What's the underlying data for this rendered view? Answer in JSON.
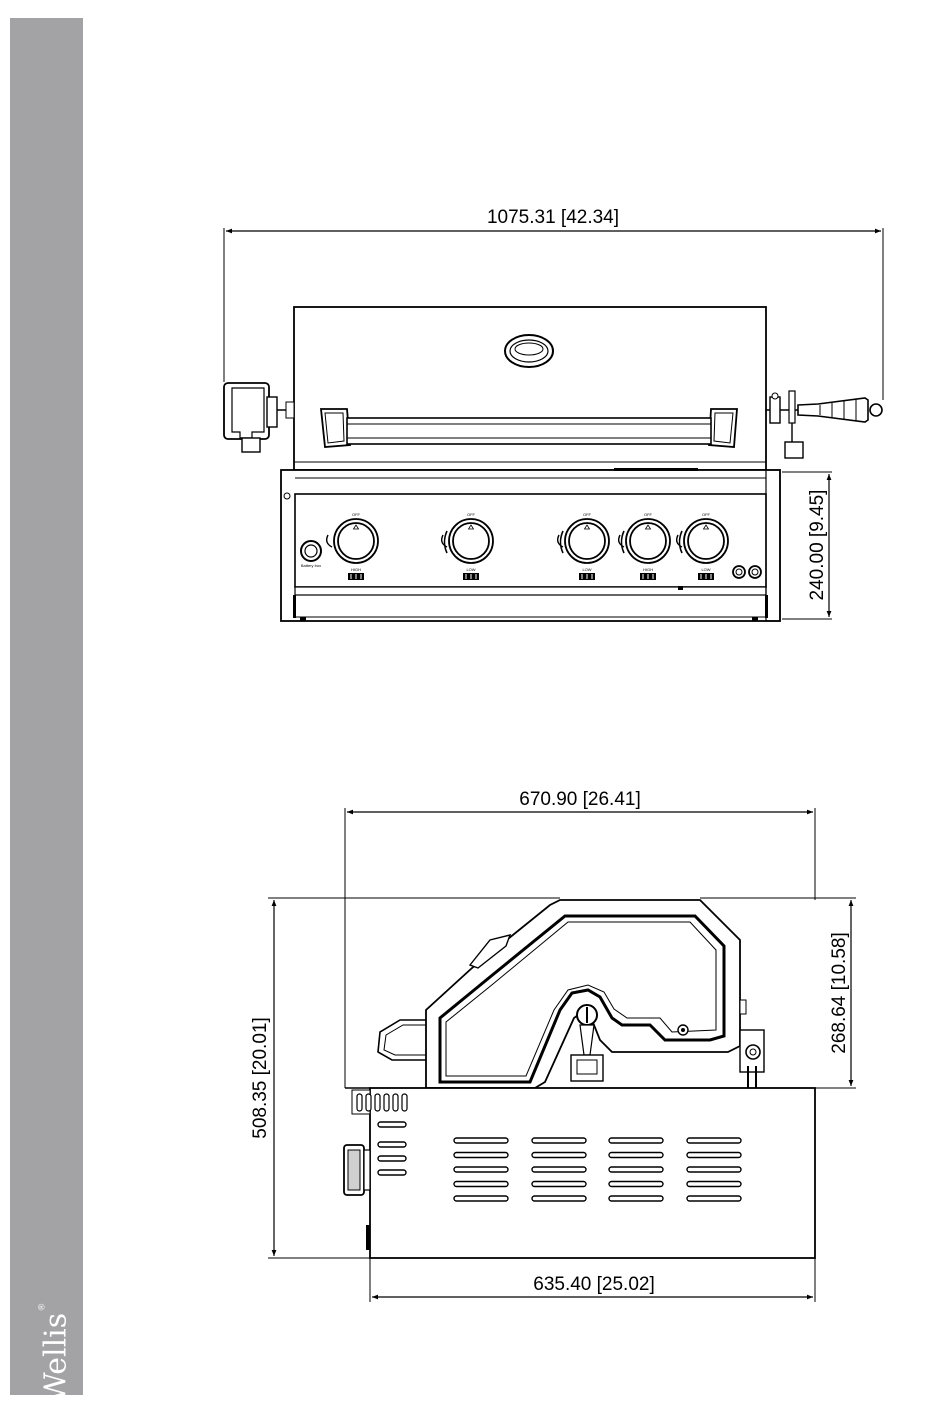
{
  "brand": {
    "name": "Wellis",
    "reg": "®"
  },
  "front_view": {
    "width_dim": "1075.31 [42.34]",
    "height_dim": "240.00 [9.45]",
    "knob_labels": [
      "OFF",
      "OFF",
      "OFF",
      "OFF",
      "OFF"
    ],
    "knob_sub_labels": [
      "HIGH",
      "LOW",
      "LOW",
      "HIGH",
      "LOW"
    ],
    "battery_label": "Battery box"
  },
  "side_view": {
    "top_width_dim": "670.90 [26.41]",
    "bottom_width_dim": "635.40 [25.02]",
    "total_height_dim": "508.35 [20.01]",
    "hood_height_dim": "268.64 [10.58]"
  }
}
